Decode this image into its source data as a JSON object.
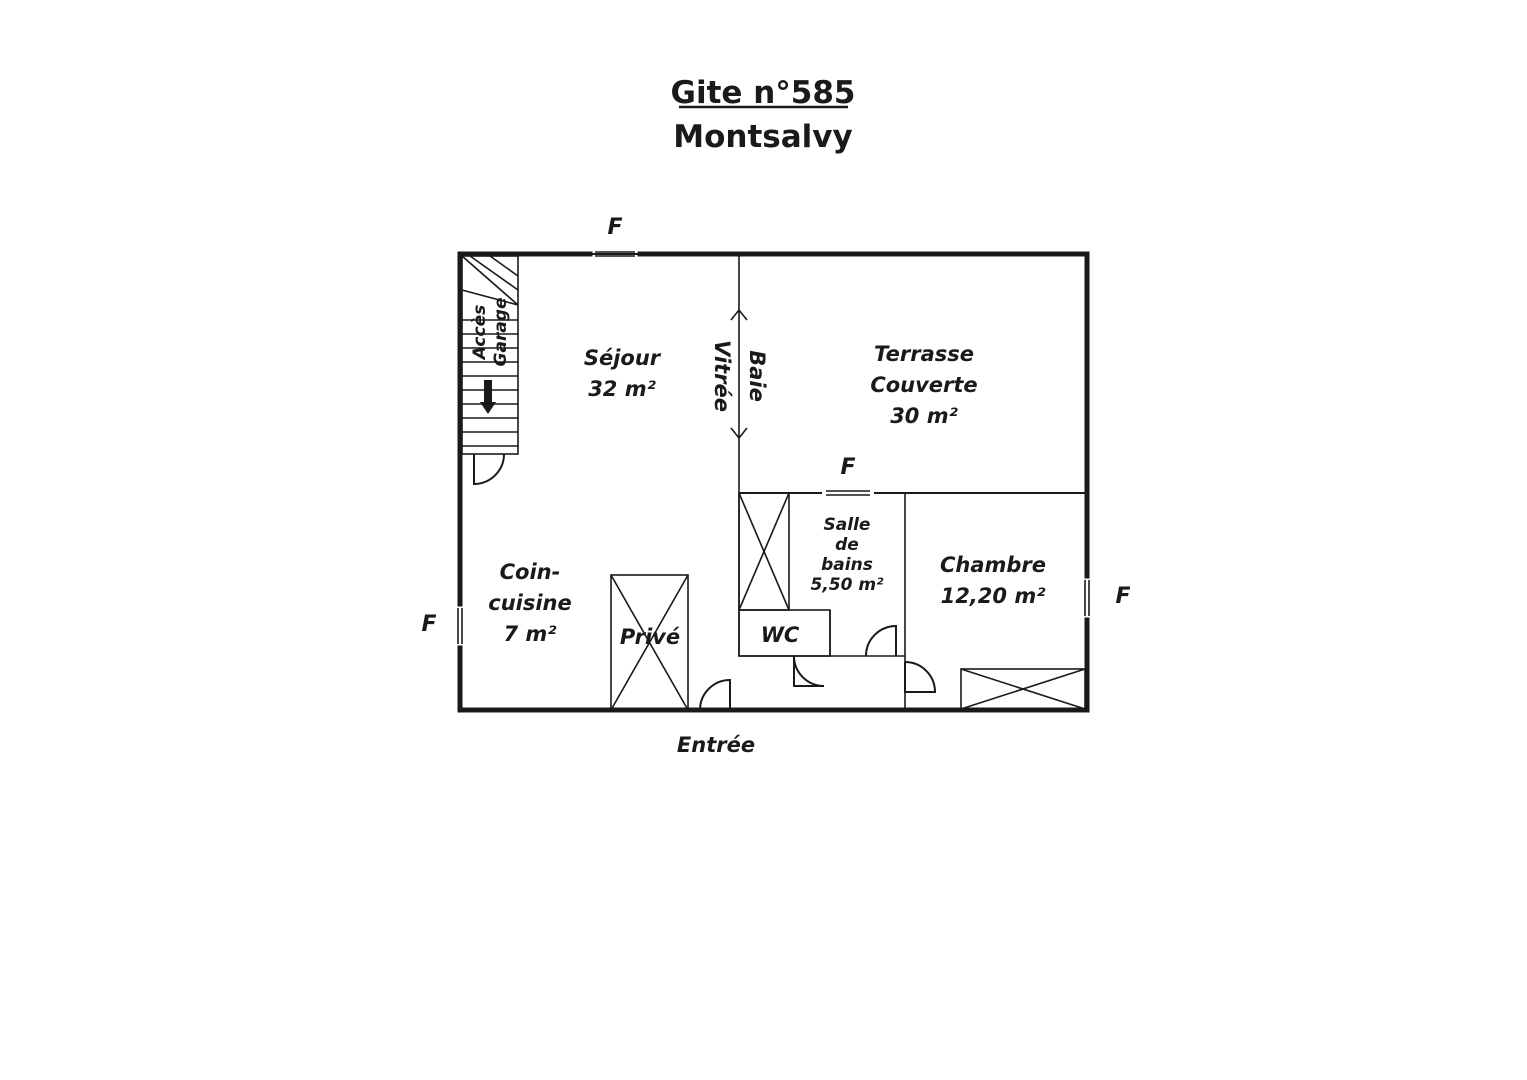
{
  "title": {
    "line1": "Gite n°585",
    "line2": "Montsalvy"
  },
  "rooms": {
    "sejour": {
      "name": "Séjour",
      "area": "32 m²"
    },
    "terrasse": {
      "name1": "Terrasse",
      "name2": "Couverte",
      "area": "30 m²"
    },
    "cuisine": {
      "name1": "Coin-",
      "name2": "cuisine",
      "area": "7 m²"
    },
    "prive": {
      "name": "Privé"
    },
    "wc": {
      "name": "WC"
    },
    "sdb": {
      "name1": "Salle",
      "name2": "de",
      "name3": "bains",
      "area": "5,50 m²"
    },
    "chambre": {
      "name": "Chambre",
      "area": "12,20 m²"
    }
  },
  "labels": {
    "acces": "Accès",
    "garage": "Garage",
    "baie": "Baie",
    "vitree": "Vitrée",
    "entree": "Entrée",
    "window_mark": "F"
  }
}
